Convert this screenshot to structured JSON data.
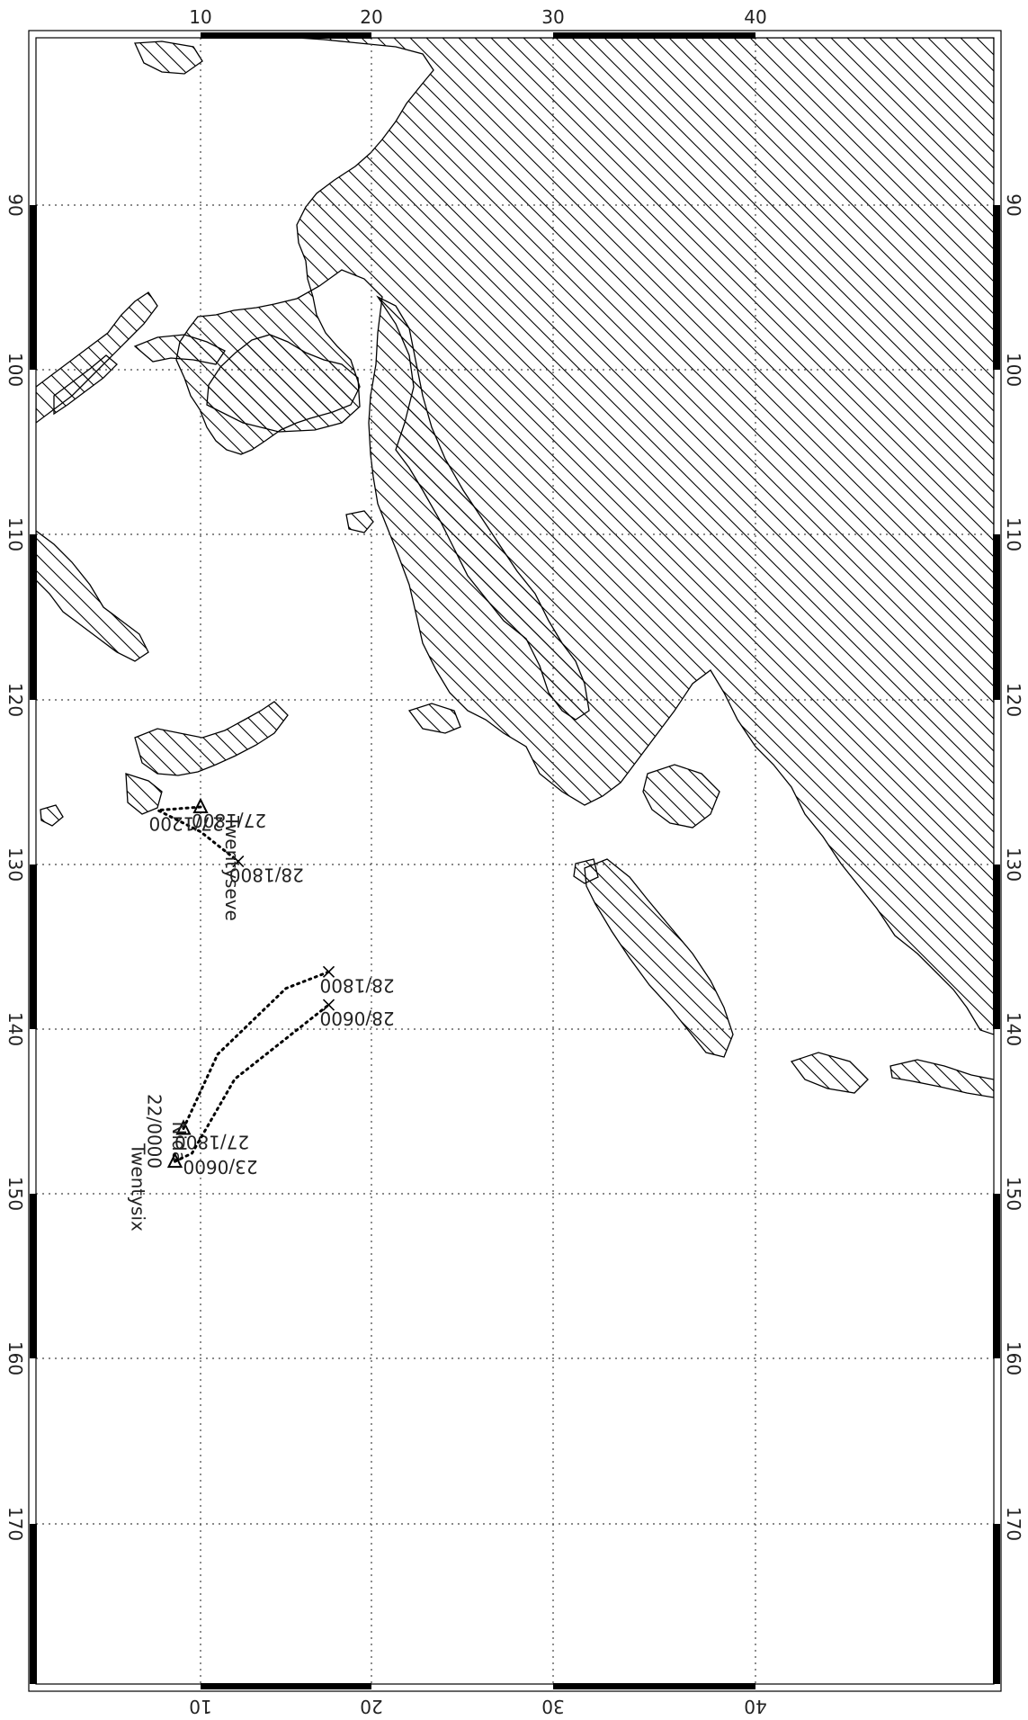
{
  "map": {
    "colors": {
      "land_hatch": "#000000",
      "grid": "#444444",
      "frame": "#000000",
      "track": "#000000"
    },
    "lat_ticks": [
      "10",
      "20",
      "30",
      "40"
    ],
    "lon_ticks": [
      "90",
      "100",
      "110",
      "120",
      "130",
      "140",
      "150",
      "160",
      "170"
    ],
    "storms": [
      {
        "name": "Twentyseve",
        "points": [
          {
            "lon": 126.5,
            "lat": 10.0,
            "label": "27/1800"
          },
          {
            "lon": 126.7,
            "lat": 7.5,
            "label": "27/1200"
          },
          {
            "lon": 128.0,
            "lat": 10.0,
            "label": ""
          },
          {
            "lon": 129.8,
            "lat": 12.2,
            "label": "28/1800"
          }
        ]
      },
      {
        "name": "Nida",
        "points": [
          {
            "lon": 146.0,
            "lat": 9.0,
            "label": "27/1800"
          },
          {
            "lon": 141.5,
            "lat": 11.0,
            "label": ""
          },
          {
            "lon": 137.5,
            "lat": 15.0,
            "label": ""
          },
          {
            "lon": 136.5,
            "lat": 17.5,
            "label": "28/1800"
          }
        ]
      },
      {
        "name": "Twentysix",
        "points": [
          {
            "lon": 148.0,
            "lat": 8.5,
            "label": "22/0000"
          },
          {
            "lon": 147.5,
            "lat": 9.5,
            "label": "23/0600"
          },
          {
            "lon": 143.0,
            "lat": 12.0,
            "label": ""
          },
          {
            "lon": 138.5,
            "lat": 17.5,
            "label": "28/0600"
          }
        ]
      }
    ]
  }
}
